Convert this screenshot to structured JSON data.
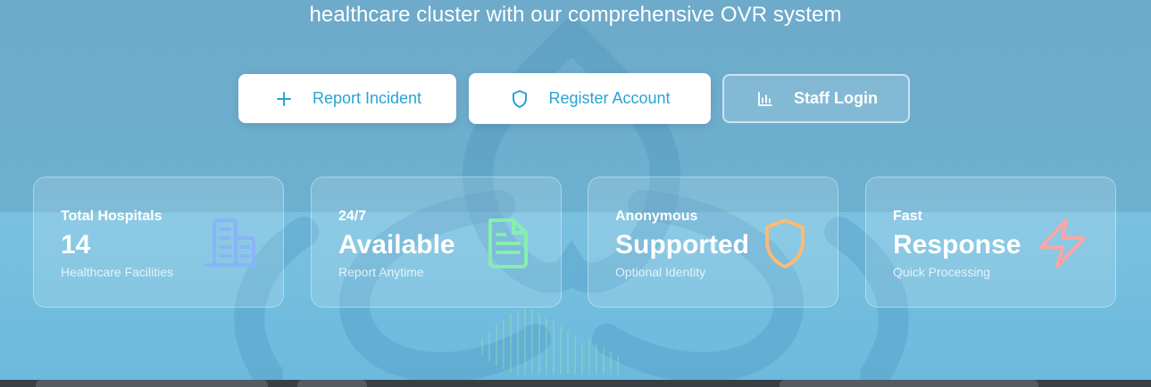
{
  "hero": {
    "subtitle": "healthcare cluster with our comprehensive OVR system"
  },
  "actions": {
    "report_label": "Report Incident",
    "register_label": "Register Account",
    "staff_label": "Staff Login"
  },
  "stats": [
    {
      "label": "Total Hospitals",
      "value": "14",
      "desc": "Healthcare Facilities",
      "icon": "building-icon",
      "color": "#8ab4f8"
    },
    {
      "label": "24/7",
      "value": "Available",
      "desc": "Report Anytime",
      "icon": "document-icon",
      "color": "#86efac"
    },
    {
      "label": "Anonymous",
      "value": "Supported",
      "desc": "Optional Identity",
      "icon": "shield-icon",
      "color": "#fdba74"
    },
    {
      "label": "Fast",
      "value": "Response",
      "desc": "Quick Processing",
      "icon": "lightning-icon",
      "color": "#fca5a5"
    }
  ],
  "colors": {
    "accent": "#2aa3d6",
    "background_top": "#6eaac9",
    "background_bottom": "#7ac1e0"
  }
}
